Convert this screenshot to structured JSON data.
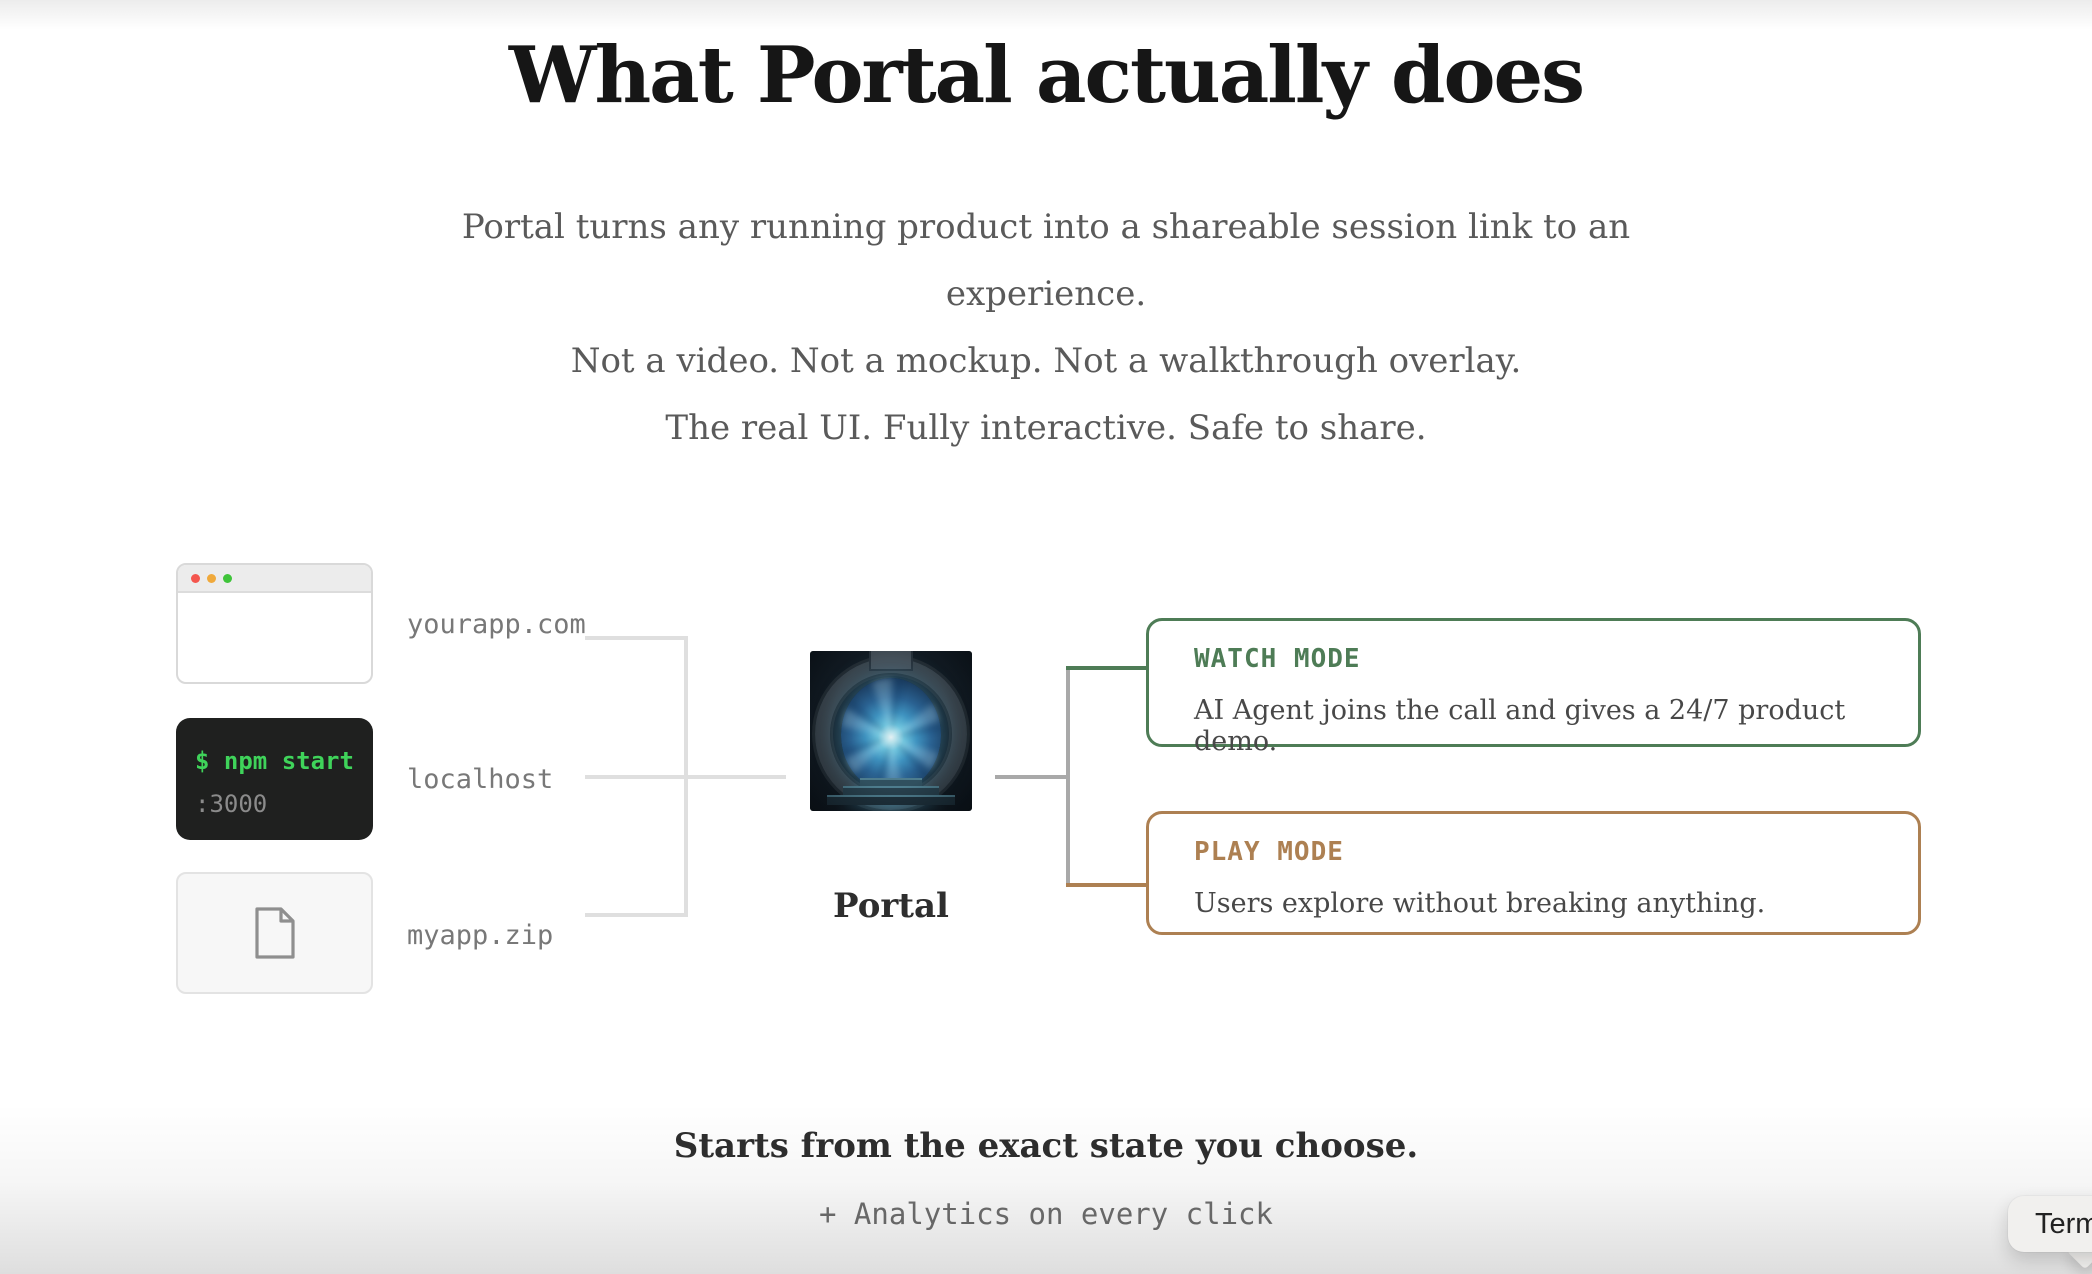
{
  "page": {
    "title": "What Portal actually does",
    "intro_lines": [
      "Portal turns any running product into a shareable session link to an",
      "experience.",
      "Not a video. Not a mockup. Not a walkthrough overlay.",
      "The real UI. Fully interactive. Safe to share."
    ]
  },
  "diagram": {
    "sources": [
      {
        "kind": "browser-window",
        "label": "yourapp.com"
      },
      {
        "kind": "terminal",
        "label": "localhost",
        "lines": [
          "$ npm start",
          ":3000"
        ]
      },
      {
        "kind": "zip-file",
        "label": "myapp.zip"
      }
    ],
    "center": {
      "caption": "Portal"
    },
    "modes": [
      {
        "title": "WATCH MODE",
        "description": "AI Agent joins the call and gives a 24/7 product demo.",
        "color": "#4e7c56"
      },
      {
        "title": "PLAY MODE",
        "description": "Users explore without breaking anything.",
        "color": "#ad8052"
      }
    ]
  },
  "footer": {
    "headline": "Starts from the exact state you choose.",
    "analytics_note": "+ Analytics on every click"
  },
  "tooltip": {
    "label": "Term"
  },
  "colors": {
    "accent_green": "#4e7c56",
    "accent_brown": "#ad8052",
    "terminal_green": "#3fd35a",
    "terminal_gray": "#8b8b8b",
    "connector_light": "#dfdfdf",
    "connector_dark": "#a9a9a9",
    "traffic_red": "#f4564e",
    "traffic_yellow": "#f0a93b",
    "traffic_green": "#3fc43a"
  }
}
